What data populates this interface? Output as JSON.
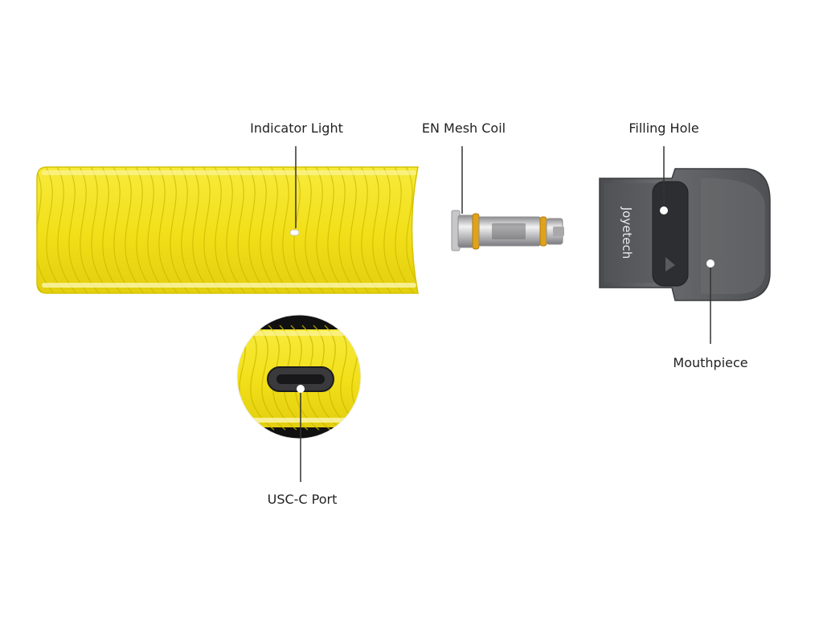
{
  "labels": {
    "indicator_light": "Indicator Light",
    "en_mesh_coil": "EN Mesh Coil",
    "filling_hole": "Filling Hole",
    "mouthpiece": "Mouthpiece",
    "usb_c_port": "USC-C Port"
  },
  "pod_brand": "Joyetech",
  "colors": {
    "device_yellow": "#f2e21c",
    "device_yellow_dark": "#d9c400",
    "pod_grey": "#5f6063",
    "pod_dark": "#2f3033",
    "coil_metal": "#c9c9cb",
    "coil_ring": "#e0a21a",
    "leader_line": "#333333"
  },
  "icons": {
    "callout_dot": "white-dot-marker"
  }
}
